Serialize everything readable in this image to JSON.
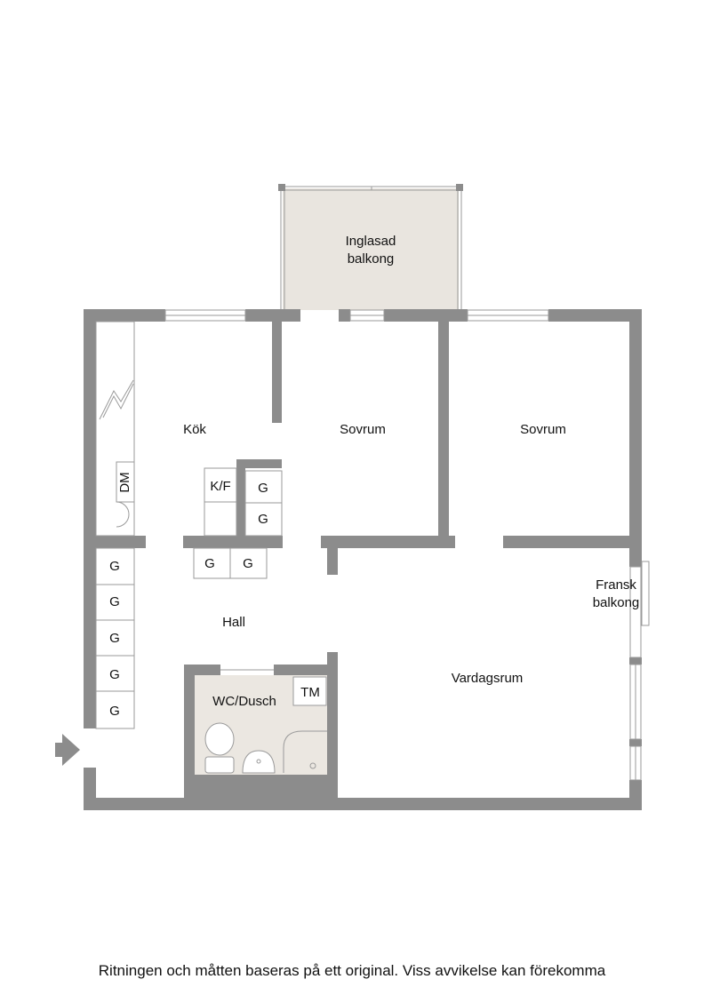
{
  "rooms": {
    "balcony_line1": "Inglasad",
    "balcony_line2": "balkong",
    "kitchen": "Kök",
    "bedroom1": "Sovrum",
    "bedroom2": "Sovrum",
    "hall": "Hall",
    "living": "Vardagsrum",
    "bathroom": "WC/Dusch",
    "french_balcony_line1": "Fransk",
    "french_balcony_line2": "balkong"
  },
  "fixtures": {
    "dishwasher": "DM",
    "fridge_freezer": "K/F",
    "washing_machine": "TM",
    "wardrobe": "G"
  },
  "disclaimer": "Ritningen och måtten baseras på ett original. Viss avvikelse kan förekomma",
  "colors": {
    "wall": "#8c8c8c",
    "balcony_floor": "#e9e5df",
    "bathroom_floor": "#ebe7e1",
    "fixture_line": "#9a9a9a"
  }
}
